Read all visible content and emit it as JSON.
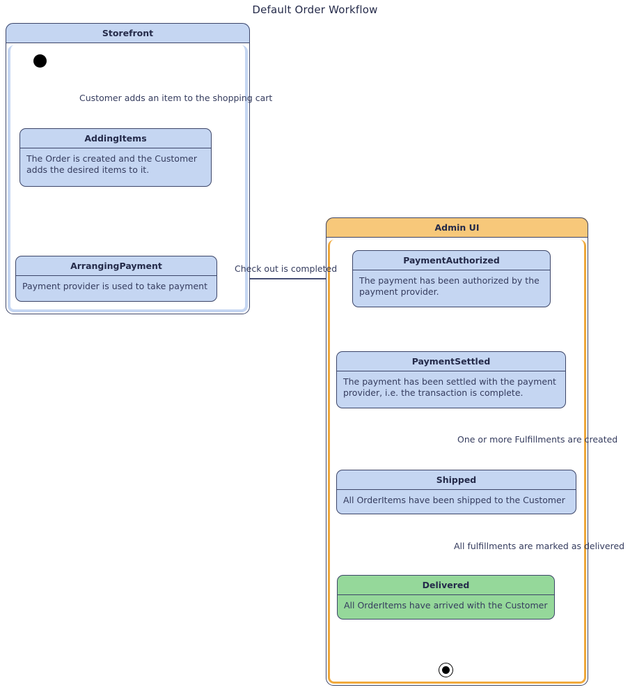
{
  "title": "Default Order Workflow",
  "colors": {
    "state_fill": "#c5d6f2",
    "state_fill_green": "#95d89a",
    "storefront_header": "#c5d6f2",
    "adminui_header": "#f7c87a",
    "adminui_border": "#f0a93c",
    "line": "#2b3560",
    "text": "#252b4a"
  },
  "containers": {
    "storefront": {
      "label": "Storefront"
    },
    "adminui": {
      "label": "Admin UI"
    }
  },
  "states": {
    "adding_items": {
      "title": "AddingItems",
      "description": "The Order is created and the Customer adds the desired items to it."
    },
    "arranging_payment": {
      "title": "ArrangingPayment",
      "description": "Payment provider is used to take payment"
    },
    "payment_authorized": {
      "title": "PaymentAuthorized",
      "description": "The payment has been authorized by the payment provider."
    },
    "payment_settled": {
      "title": "PaymentSettled",
      "description": "The payment has been settled with the payment provider, i.e. the transaction is complete."
    },
    "shipped": {
      "title": "Shipped",
      "description": "All OrderItems have been shipped to the Customer"
    },
    "delivered": {
      "title": "Delivered",
      "description": "All OrderItems have arrived with the Customer"
    }
  },
  "transitions": {
    "start_to_adding": "Customer adds an item to the shopping cart",
    "arranging_to_authorized": "Check out is completed",
    "settled_to_shipped": "One or more Fulfillments are created",
    "shipped_to_delivered": "All fulfillments are marked as delivered"
  }
}
